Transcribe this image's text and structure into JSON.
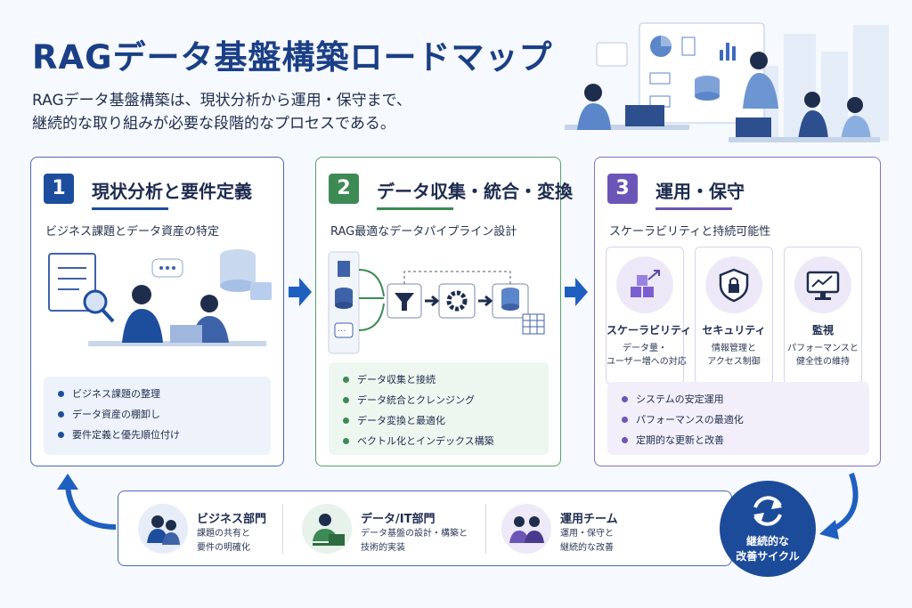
{
  "header": {
    "title": "RAGデータ基盤構築ロードマップ",
    "subtitle_line1": "RAGデータ基盤構築は、現状分析から運用・保守まで、",
    "subtitle_line2": "継続的な取り組みが必要な段階的なプロセスである。"
  },
  "steps": [
    {
      "number": "1",
      "title": "現状分析と要件定義",
      "subtitle": "ビジネス課題とデータ資産の特定",
      "items": [
        "ビジネス課題の整理",
        "データ資産の棚卸し",
        "要件定義と優先順位付け"
      ],
      "color": "#1d4e9e",
      "list_bg": "#eef3fb"
    },
    {
      "number": "2",
      "title": "データ収集・統合・変換",
      "subtitle": "RAG最適なデータパイプライン設計",
      "items": [
        "データ収集と接続",
        "データ統合とクレンジング",
        "データ変換と最適化",
        "ベクトル化とインデックス構築"
      ],
      "color": "#3d8a55",
      "list_bg": "#eef6f0"
    },
    {
      "number": "3",
      "title": "運用・保守",
      "subtitle": "スケーラビリティと持続可能性",
      "features": [
        {
          "title": "スケーラビリティ",
          "desc1": "データ量・",
          "desc2": "ユーザー増への対応",
          "icon": "cubes-icon"
        },
        {
          "title": "セキュリティ",
          "desc1": "情報管理と",
          "desc2": "アクセス制御",
          "icon": "shield-lock-icon"
        },
        {
          "title": "監視",
          "desc1": "パフォーマンスと",
          "desc2": "健全性の維持",
          "icon": "monitor-chart-icon"
        }
      ],
      "items": [
        "システムの安定運用",
        "パフォーマンスの最適化",
        "定期的な更新と改善"
      ],
      "color": "#6b56b8",
      "list_bg": "#f2effa"
    }
  ],
  "team": [
    {
      "title": "ビジネス部門",
      "desc1": "課題の共有と",
      "desc2": "要件の明確化",
      "icon": "business-team-icon"
    },
    {
      "title": "データ/IT部門",
      "desc1": "データ基盤の設計・構築と",
      "desc2": "技術的実装",
      "icon": "engineer-icon"
    },
    {
      "title": "運用チーム",
      "desc1": "運用・保守と",
      "desc2": "継続的な改善",
      "icon": "operations-team-icon"
    }
  ],
  "cycle": {
    "line1": "継続的な",
    "line2": "改善サイクル",
    "icon": "refresh-cycle-icon"
  },
  "colors": {
    "primary": "#1c4b9a",
    "green": "#3d8a55",
    "purple": "#6b56b8",
    "arrow": "#1e5fc0"
  }
}
